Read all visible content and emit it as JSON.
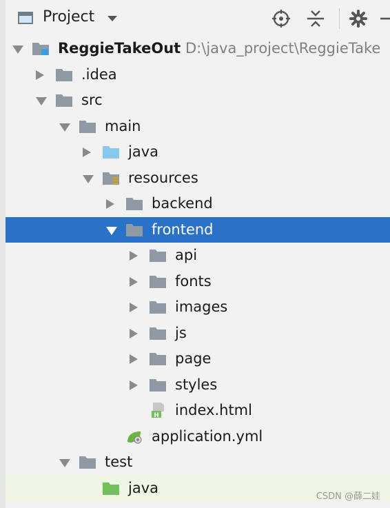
{
  "header": {
    "title": "Project",
    "icons": [
      "project-view-icon",
      "dropdown-icon",
      "locate-icon",
      "collapse-all-icon",
      "settings-icon",
      "hide-icon"
    ]
  },
  "tree": [
    {
      "name": "tree-item-reggietakeout",
      "label": "ReggieTakeOut",
      "path": "D:\\java_project\\ReggieTake",
      "depth": 0,
      "arrow": "down",
      "icon": "module-folder-icon",
      "bold": true
    },
    {
      "name": "tree-item-idea",
      "label": ".idea",
      "depth": 1,
      "arrow": "right",
      "icon": "folder-icon"
    },
    {
      "name": "tree-item-src",
      "label": "src",
      "depth": 1,
      "arrow": "down",
      "icon": "folder-icon"
    },
    {
      "name": "tree-item-main",
      "label": "main",
      "depth": 2,
      "arrow": "down",
      "icon": "folder-icon"
    },
    {
      "name": "tree-item-java",
      "label": "java",
      "depth": 3,
      "arrow": "right",
      "icon": "source-folder-icon"
    },
    {
      "name": "tree-item-resources",
      "label": "resources",
      "depth": 3,
      "arrow": "down",
      "icon": "resources-folder-icon"
    },
    {
      "name": "tree-item-backend",
      "label": "backend",
      "depth": 4,
      "arrow": "right",
      "icon": "folder-icon"
    },
    {
      "name": "tree-item-frontend",
      "label": "frontend",
      "depth": 4,
      "arrow": "down",
      "icon": "folder-icon",
      "selected": true
    },
    {
      "name": "tree-item-api",
      "label": "api",
      "depth": 5,
      "arrow": "right",
      "icon": "folder-icon"
    },
    {
      "name": "tree-item-fonts",
      "label": "fonts",
      "depth": 5,
      "arrow": "right",
      "icon": "folder-icon"
    },
    {
      "name": "tree-item-images",
      "label": "images",
      "depth": 5,
      "arrow": "right",
      "icon": "folder-icon"
    },
    {
      "name": "tree-item-js",
      "label": "js",
      "depth": 5,
      "arrow": "right",
      "icon": "folder-icon"
    },
    {
      "name": "tree-item-page",
      "label": "page",
      "depth": 5,
      "arrow": "right",
      "icon": "folder-icon"
    },
    {
      "name": "tree-item-styles",
      "label": "styles",
      "depth": 5,
      "arrow": "right",
      "icon": "folder-icon"
    },
    {
      "name": "tree-item-index-html",
      "label": "index.html",
      "depth": 5,
      "arrow": "none",
      "icon": "html-file-icon"
    },
    {
      "name": "tree-item-application-yml",
      "label": "application.yml",
      "depth": 4,
      "arrow": "none",
      "icon": "spring-config-file-icon"
    },
    {
      "name": "tree-item-test",
      "label": "test",
      "depth": 2,
      "arrow": "down",
      "icon": "folder-icon"
    },
    {
      "name": "tree-item-test-java",
      "label": "java",
      "depth": 3,
      "arrow": "none",
      "icon": "test-source-folder-icon",
      "highlight": true
    }
  ],
  "watermark": "CSDN @薛二娃",
  "colors": {
    "selection": "#2a72c8",
    "folder": "#8f9aa5",
    "source_folder": "#87c9ee",
    "test_folder": "#74bf5e",
    "test_row": "#edf7e3"
  }
}
